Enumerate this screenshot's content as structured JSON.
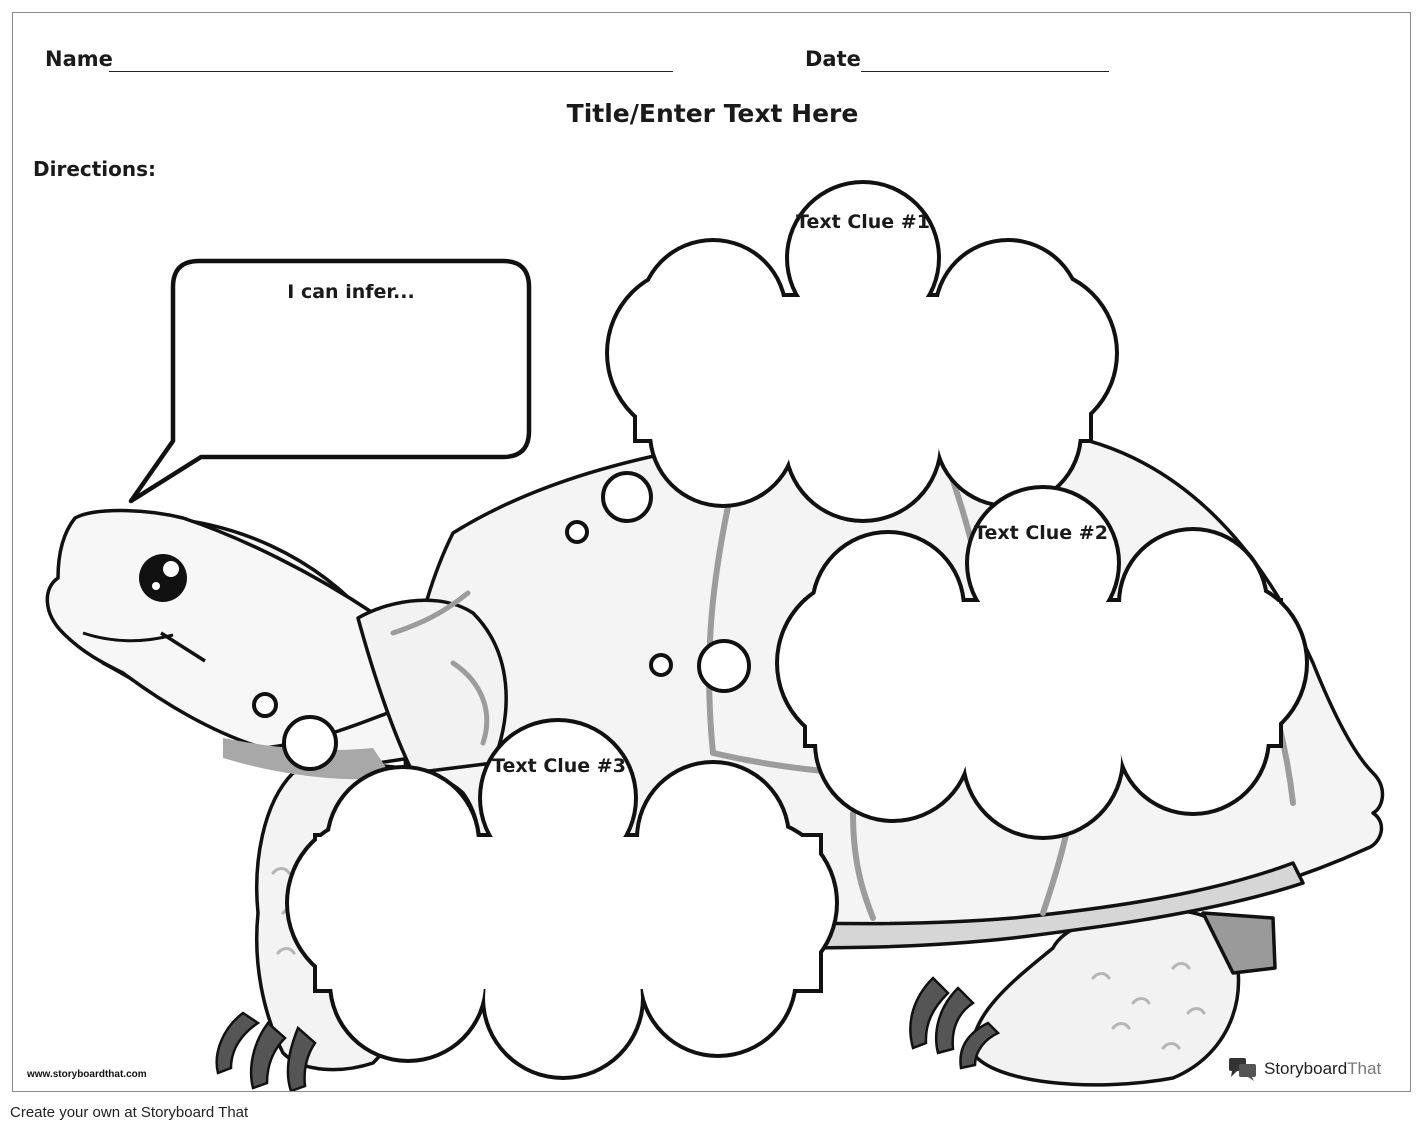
{
  "header": {
    "name_label": "Name",
    "date_label": "Date",
    "title": "Title/Enter Text Here",
    "directions_label": "Directions:"
  },
  "boxes": {
    "infer_label": "I can infer...",
    "clue1_label": "Text Clue #1",
    "clue2_label": "Text Clue #2",
    "clue3_label": "Text Clue #3"
  },
  "watermark": {
    "url": "www.storyboardthat.com",
    "brand_a": "Storyboard",
    "brand_b": "That"
  },
  "footer": {
    "text": "Create your own at Storyboard That"
  },
  "icons": [
    "storyboardthat-logo-icon",
    "tortoise-illustration"
  ]
}
